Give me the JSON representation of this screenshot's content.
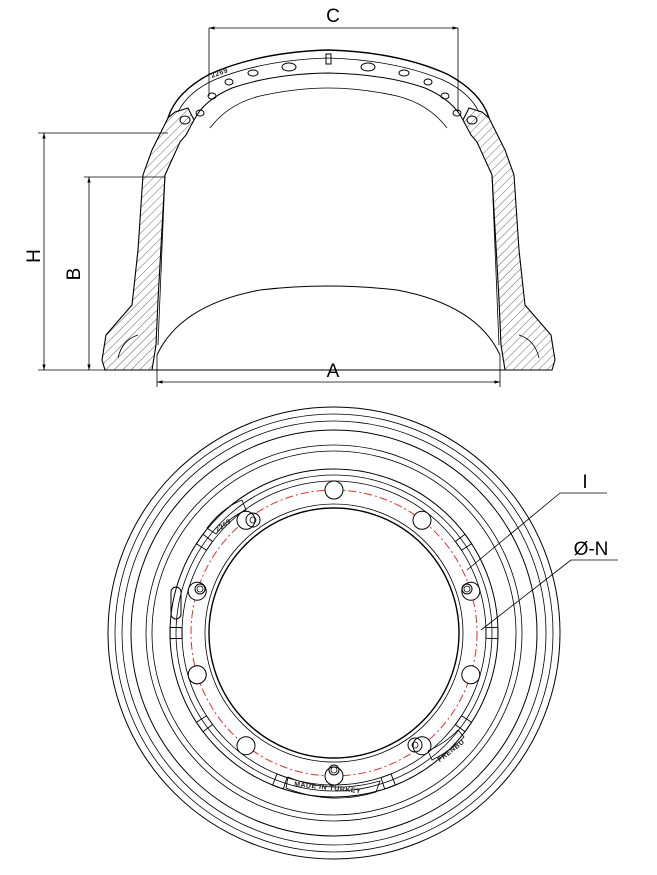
{
  "labels": {
    "c": "C",
    "h": "H",
    "b": "B",
    "a": "A",
    "i": "I",
    "n": "Ø-N"
  },
  "embossing": {
    "part_no": "2269",
    "origin": "MADE IN TURKEY",
    "brand": "FRENBU"
  },
  "colors": {
    "line": "#000000",
    "bolt_circle": "#e03030"
  }
}
